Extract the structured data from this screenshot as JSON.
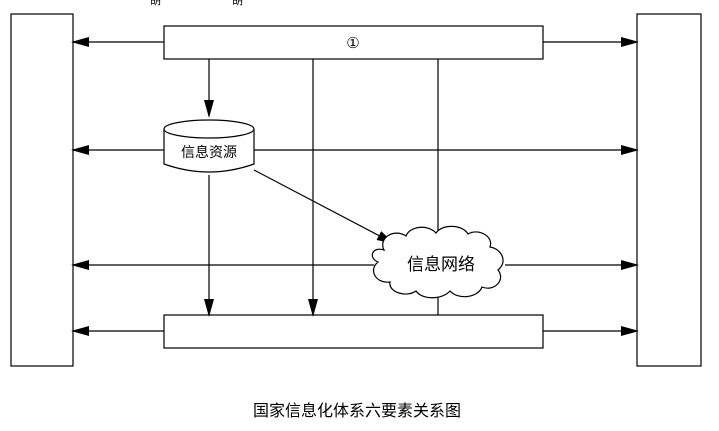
{
  "diagram": {
    "top_box_label": "①",
    "info_resources_label": "信息资源",
    "info_network_label": "信息网络",
    "caption": "国家信息化体系六要素关系图",
    "top_fragment_left": "胡",
    "top_fragment_right": "胡"
  }
}
